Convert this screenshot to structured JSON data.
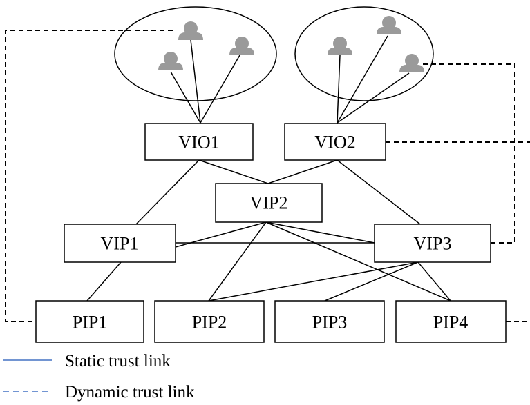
{
  "nodes": {
    "vio1": "VIO1",
    "vio2": "VIO2",
    "vip1": "VIP1",
    "vip2": "VIP2",
    "vip3": "VIP3",
    "pip1": "PIP1",
    "pip2": "PIP2",
    "pip3": "PIP3",
    "pip4": "PIP4"
  },
  "legend": {
    "static": "Static trust link",
    "dynamic": "Dynamic trust link"
  },
  "colors": {
    "static_line": "#4472c4",
    "dynamic_line": "#4472c4",
    "user_icon": "#9a9a9a",
    "stroke": "#000000"
  }
}
